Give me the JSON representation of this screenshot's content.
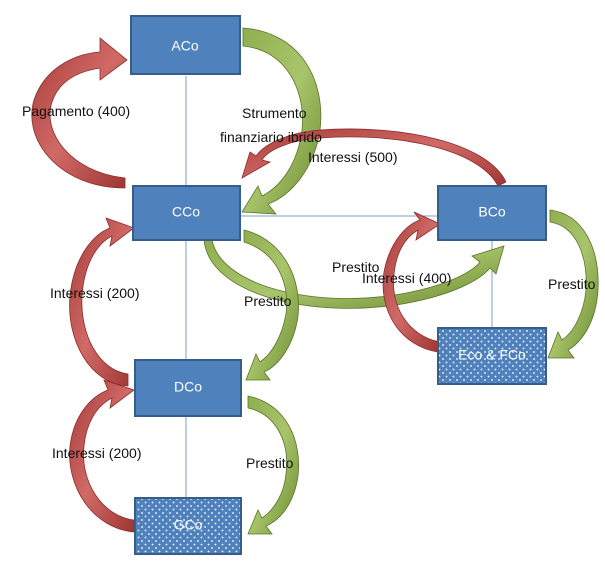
{
  "nodes": {
    "aco": "ACo",
    "cco": "CCo",
    "bco": "BCo",
    "dco": "DCo",
    "gco": "GCo",
    "ecofco": "Eco & FCo"
  },
  "labels": {
    "pagamento": "Pagamento (400)",
    "strumento_line1": "Strumento",
    "strumento_line2": "finanziario ibrido",
    "interessi_500": "Interessi (500)",
    "interessi_200_cco": "Interessi (200)",
    "prestito_cco_dco": "Prestito",
    "prestito_cco_bco": "Prestito",
    "interessi_400": "Interessi (400)",
    "prestito_bco_eco": "Prestito",
    "interessi_200_dco": "Interessi (200)",
    "prestito_dco_gco": "Prestito"
  },
  "colors": {
    "node_fill": "#4f81bd",
    "node_border": "#385d8a",
    "red_arrow": "#c0504d",
    "green_arrow": "#77933c",
    "connector": "#7f9fc7"
  }
}
